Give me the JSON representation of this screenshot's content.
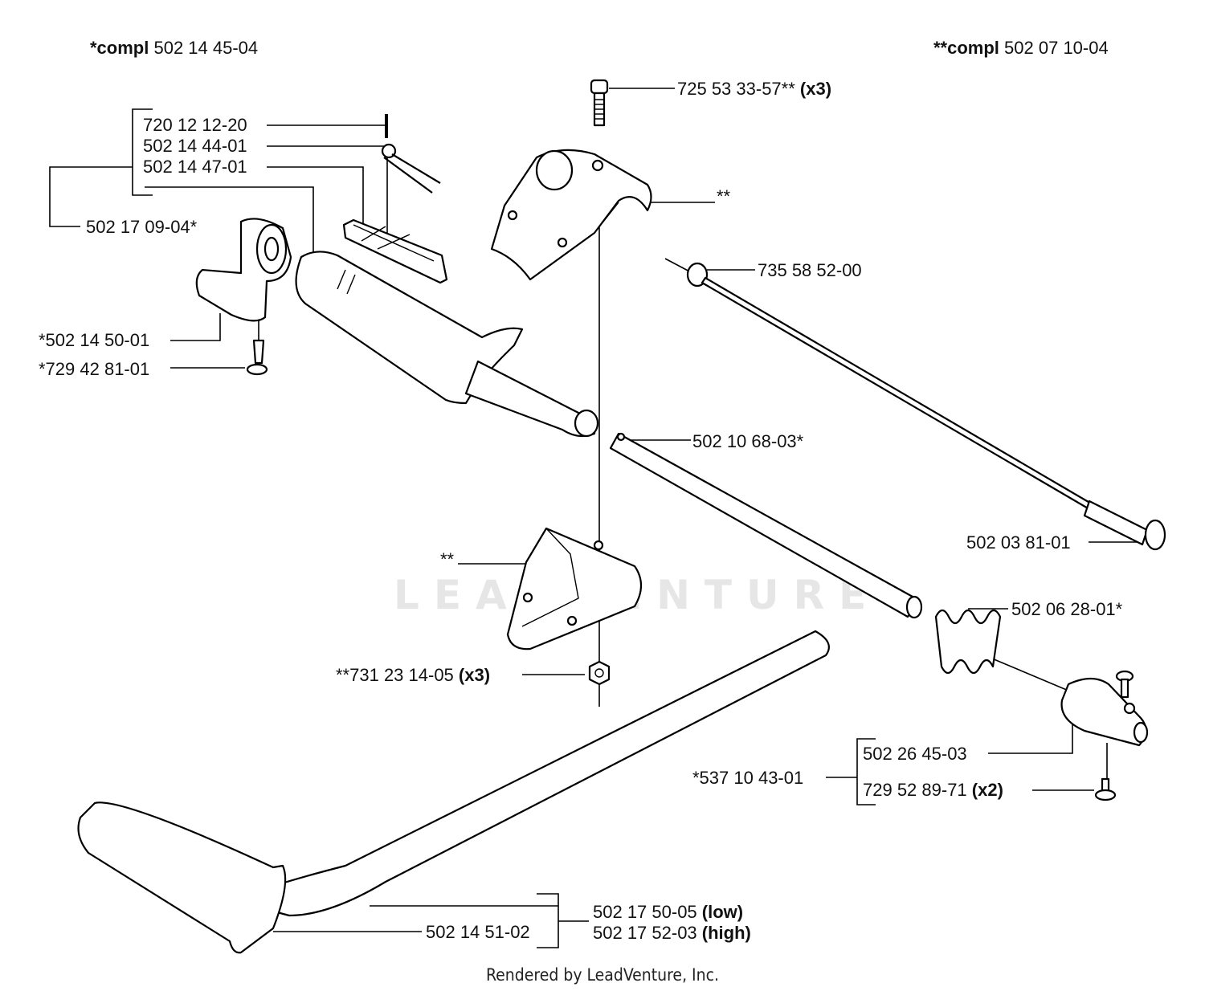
{
  "header": {
    "left": {
      "prefix": "*compl",
      "number": "502 14 45-04"
    },
    "right": {
      "prefix": "**compl",
      "number": "502 07 10-04"
    }
  },
  "watermark": "LEADVENTURE",
  "footer": "Rendered by LeadVenture, Inc.",
  "labels": {
    "p725": {
      "text": "725 53 33-57**",
      "qty": "(x3)"
    },
    "p720": {
      "text": "720 12 12-20"
    },
    "p50244": {
      "text": "502 14 44-01"
    },
    "p50247": {
      "text": "502 14 47-01"
    },
    "p50217": {
      "text": "502 17 09-04*"
    },
    "p_ss1": {
      "text": "**"
    },
    "p735": {
      "text": "735 58 52-00"
    },
    "p50250": {
      "text": "*502 14 50-01"
    },
    "p729": {
      "text": "*729 42 81-01"
    },
    "p50210": {
      "text": "502 10 68-03*"
    },
    "p50203": {
      "text": "502 03 81-01"
    },
    "p_ss2": {
      "text": "**"
    },
    "p50206": {
      "text": "502 06 28-01*"
    },
    "p731": {
      "text": "**731 23 14-05",
      "qty": "(x3)"
    },
    "p50226": {
      "text": "502 26 45-03"
    },
    "p537": {
      "text": "*537 10 43-01"
    },
    "p72952": {
      "text": "729 52 89-71",
      "qty": "(x2)"
    },
    "p50251": {
      "text": "502 14 51-02"
    },
    "p50250low": {
      "text": "502 17 50-05",
      "qty": "(low)"
    },
    "p50252high": {
      "text": "502 17 52-03",
      "qty": "(high)"
    }
  }
}
